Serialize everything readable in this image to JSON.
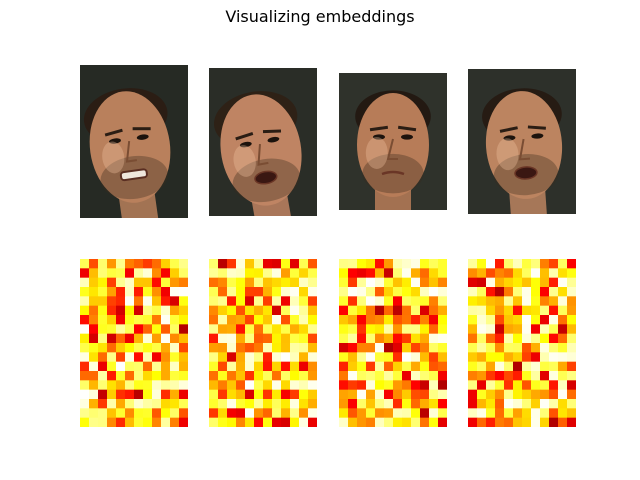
{
  "figure": {
    "title": "Visualizing embeddings"
  },
  "chart_data": {
    "type": "heatmap",
    "title": "Visualizing embeddings",
    "colormap": "hot",
    "grid": false,
    "axes_visible": false,
    "panels": [
      {
        "row": "face-image",
        "column": 1,
        "pose": "turned left, grimacing",
        "skin": "#b9805c",
        "hair": "#2b1d14",
        "bg": "#262a24"
      },
      {
        "row": "face-image",
        "column": 2,
        "pose": "turned left, mouth open",
        "skin": "#bf8463",
        "hair": "#2e2116",
        "bg": "#2a2d27"
      },
      {
        "row": "face-image",
        "column": 3,
        "pose": "frontal, frowning",
        "skin": "#b77c58",
        "hair": "#231912",
        "bg": "#2f322b"
      },
      {
        "row": "face-image",
        "column": 4,
        "pose": "slightly left, mouth open",
        "skin": "#bc8460",
        "hair": "#261b13",
        "bg": "#2d302a"
      }
    ],
    "embeddings": {
      "grid_cols": 12,
      "grid_rows": 18,
      "value_range": [
        0,
        1
      ],
      "count": 4
    }
  }
}
